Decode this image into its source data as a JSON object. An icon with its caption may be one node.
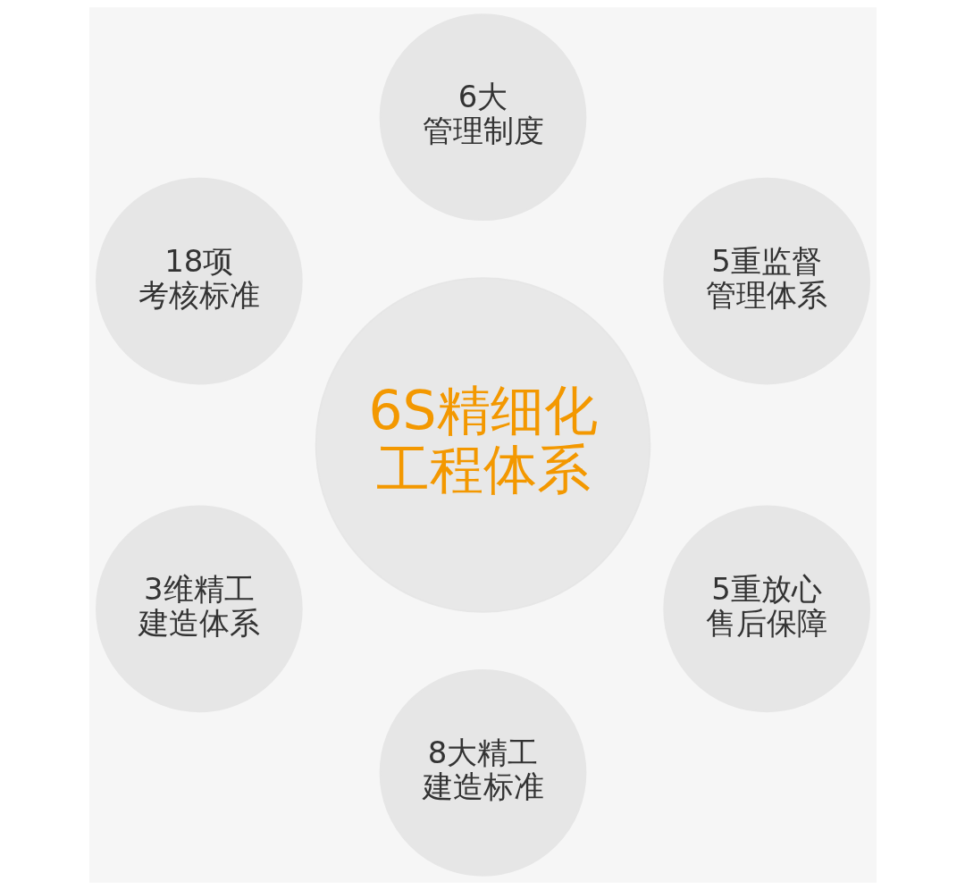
{
  "diagram": {
    "nodes": [
      {
        "text": [
          "6S精细化工程体系"
        ]
      },
      {
        "text": [
          "5重监督管理体系"
        ]
      },
      {
        "text": [
          "6大管理制度"
        ]
      },
      {
        "text": [
          "18项考核标准"
        ]
      },
      {
        "text": [
          "3维精工建造体系"
        ]
      },
      {
        "text": [
          "8大精工建造标准"
        ]
      },
      {
        "text": [
          "5重放心售后保障"
        ]
      }
    ]
  }
}
